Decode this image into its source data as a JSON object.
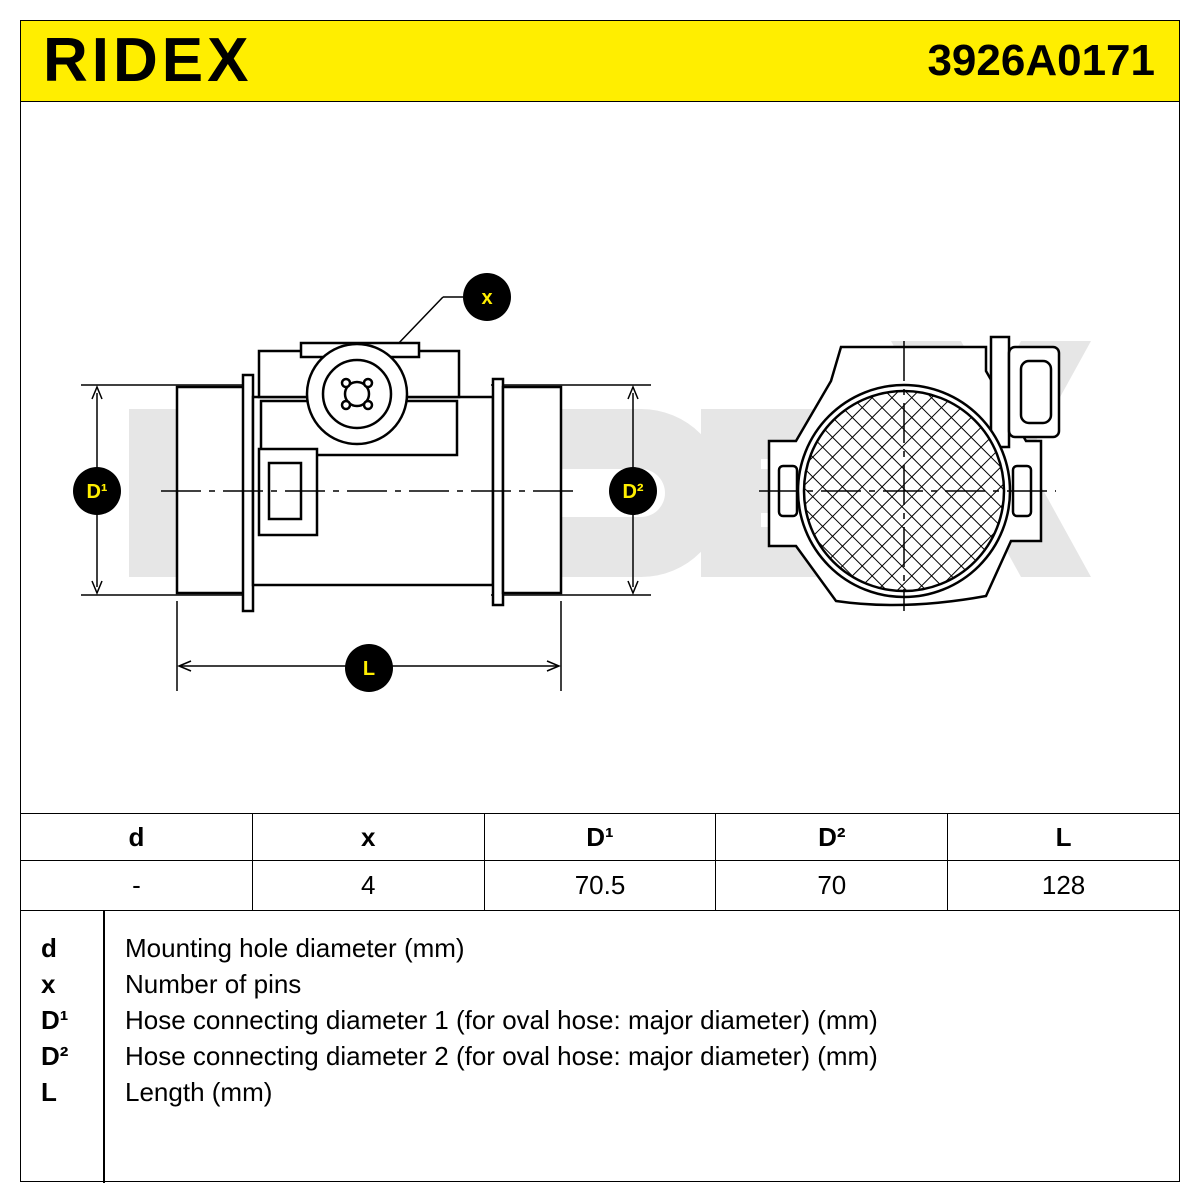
{
  "header": {
    "brand": "RIDEX",
    "part_number": "3926A0171",
    "background_color": "#ffee00"
  },
  "drawing": {
    "labels": {
      "x": "x",
      "d1": "D¹",
      "d2": "D²",
      "l": "L"
    },
    "watermark_text": "RIDEX"
  },
  "table": {
    "headers": [
      "d",
      "x",
      "D¹",
      "D²",
      "L"
    ],
    "values": [
      "-",
      "4",
      "70.5",
      "70",
      "128"
    ]
  },
  "legend": [
    {
      "key": "d",
      "text": "Mounting hole diameter (mm)"
    },
    {
      "key": "x",
      "text": "Number of pins"
    },
    {
      "key": "D¹",
      "text": "Hose connecting diameter 1 (for oval hose: major diameter) (mm)"
    },
    {
      "key": "D²",
      "text": "Hose connecting diameter 2 (for oval hose: major diameter) (mm)"
    },
    {
      "key": "L",
      "text": "Length (mm)"
    }
  ]
}
